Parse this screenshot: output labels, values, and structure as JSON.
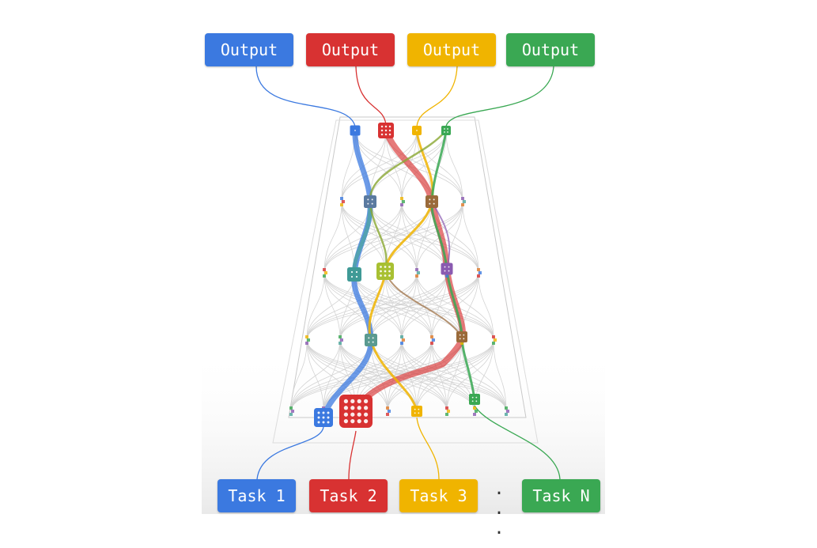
{
  "colors": {
    "blue": "#3b79e0",
    "red": "#d83232",
    "yellow": "#f0b400",
    "green": "#3aa853",
    "background_grey": "#efefef",
    "edge_grey": "#cfcfcf"
  },
  "outputs": [
    {
      "label": "Output",
      "color": "blue"
    },
    {
      "label": "Output",
      "color": "red"
    },
    {
      "label": "Output",
      "color": "yellow"
    },
    {
      "label": "Output",
      "color": "green"
    }
  ],
  "tasks": [
    {
      "label": "Task 1",
      "color": "blue"
    },
    {
      "label": "Task 2",
      "color": "red"
    },
    {
      "label": "Task 3",
      "color": "yellow"
    },
    {
      "label": "Task N",
      "color": "green"
    }
  ],
  "ellipsis": "· · ·"
}
